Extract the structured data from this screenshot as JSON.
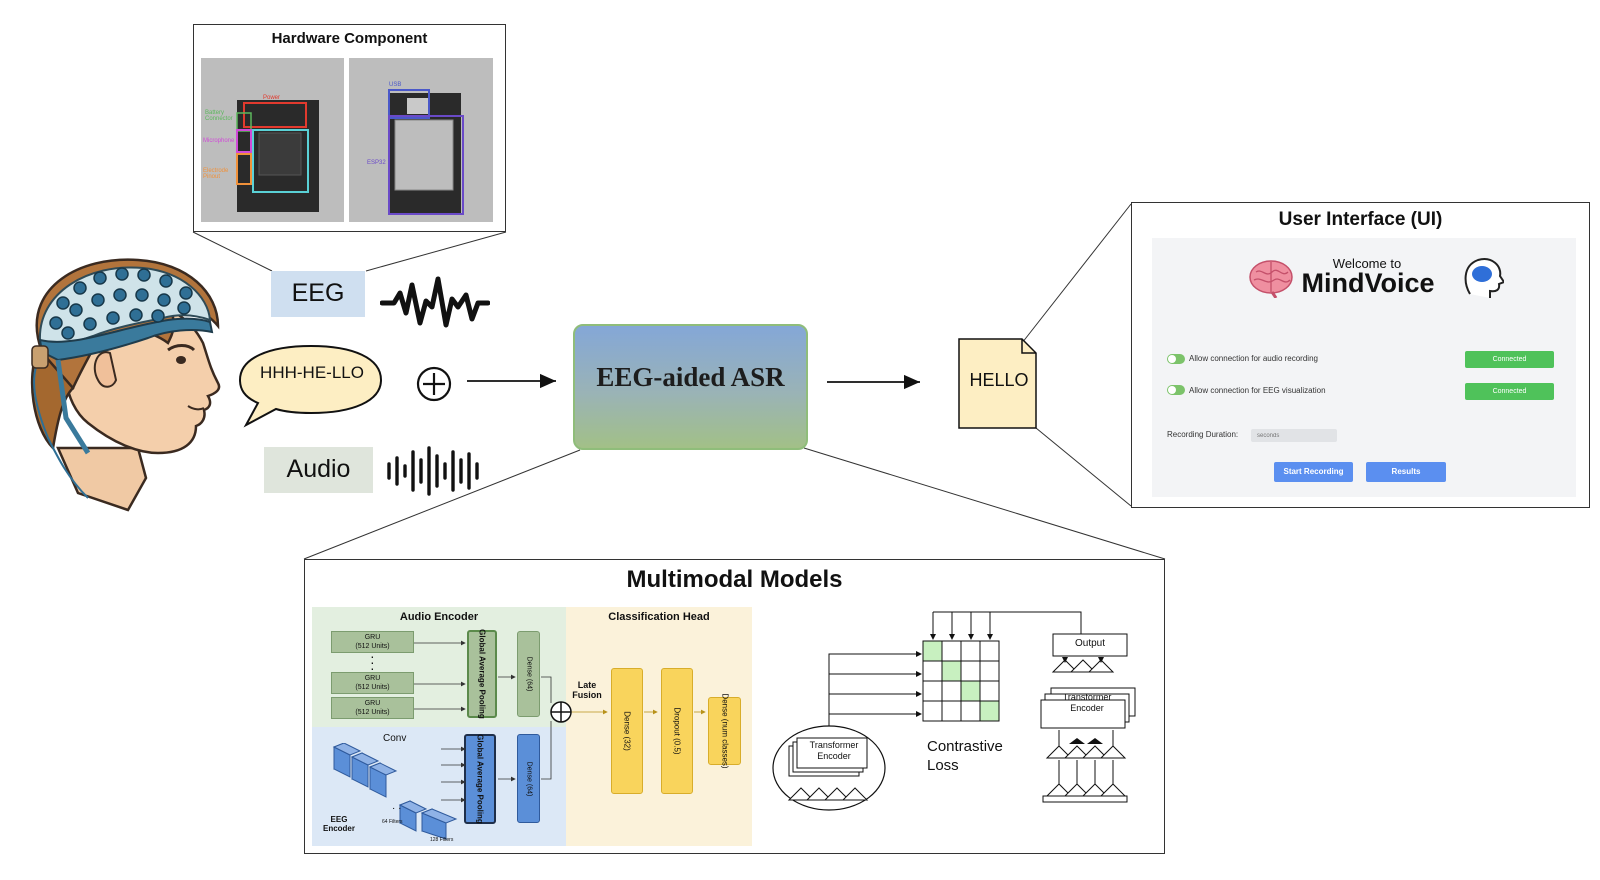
{
  "hardware": {
    "title": "Hardware Component",
    "pcb_labels": [
      "Power",
      "Battery Connector",
      "Microphone",
      "Electrode Pinout",
      "USB",
      "ESP32"
    ]
  },
  "input_labels": {
    "eeg": "EEG",
    "audio": "Audio"
  },
  "speech_bubble": "HHH-HE-LLO",
  "model_box": "EEG-aided ASR",
  "output_note": "HELLO",
  "ui": {
    "title": "User Interface (UI)",
    "welcome": "Welcome to",
    "brand": "MindVoice",
    "rows": [
      {
        "label": "Allow connection for audio recording",
        "status": "Connected"
      },
      {
        "label": "Allow connection for EEG visualization",
        "status": "Connected"
      }
    ],
    "duration_label": "Recording Duration:",
    "duration_placeholder": "seconds",
    "start_button": "Start Recording",
    "results_button": "Results"
  },
  "multimodal": {
    "title": "Multimodal Models",
    "audio_encoder": {
      "title": "Audio Encoder",
      "grus": [
        {
          "name": "GRU",
          "units": "(512 Units)"
        },
        {
          "name": "GRU",
          "units": "(512 Units)"
        },
        {
          "name": "GRU",
          "units": "(512 Units)"
        }
      ],
      "pooling": "Global Average Pooling",
      "dense": "Dense (64)"
    },
    "eeg_encoder": {
      "title": "EEG Encoder",
      "conv_label": "Conv",
      "filters_64": "64 Filters",
      "filters_128": "128 Filters",
      "pooling": "Global Average Pooling",
      "dense": "Dense (64)"
    },
    "fusion": "Late Fusion",
    "classification_head": {
      "title": "Classification Head",
      "dense32": "Dense (32)",
      "dropout": "Dropout (0.5)",
      "dense_out": "Dense (num classes)"
    },
    "contrastive": {
      "loss_label": "Contrastive Loss",
      "encoder_left": "Transformer Encoder",
      "encoder_right": "Transformer Encoder",
      "output": "Output"
    }
  },
  "colors": {
    "eeg_label_bg": "#cfdff0",
    "audio_label_bg": "#dfe5dc",
    "connected_green": "#4fc25a",
    "button_blue": "#5b8ff0",
    "audio_zone": "#e3efe0",
    "eeg_zone": "#dce8f6",
    "head_zone": "#fbf2da",
    "dense_yellow": "#f9d45c",
    "grid_green": "#c8f0c0"
  }
}
